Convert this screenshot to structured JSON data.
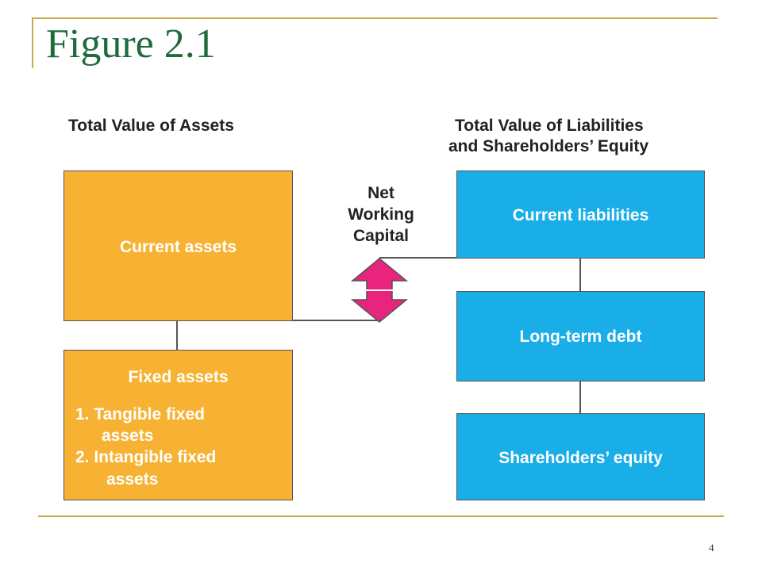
{
  "slide": {
    "title": "Figure 2.1",
    "page_number": "4"
  },
  "diagram": {
    "assets_heading": "Total Value of Assets",
    "liabilities_heading_line1": "Total Value of Liabilities",
    "liabilities_heading_line2": "and Shareholders’ Equity",
    "current_assets": "Current assets",
    "fixed_assets": {
      "title": "Fixed assets",
      "item1_line1": "1.  Tangible fixed",
      "item1_line2": "assets",
      "item2_line1": "2.  Intangible fixed",
      "item2_line2": "assets"
    },
    "net_working_capital": "Net\nWorking\nCapital",
    "current_liabilities": "Current liabilities",
    "long_term_debt": "Long-term debt",
    "shareholders_equity": "Shareholders’ equity",
    "colors": {
      "assets_fill": "#f7b233",
      "liabilities_fill": "#19aee8",
      "arrow_fill": "#e8247c",
      "title_color": "#1f6b3c",
      "rule_color": "#c8a94a"
    }
  }
}
